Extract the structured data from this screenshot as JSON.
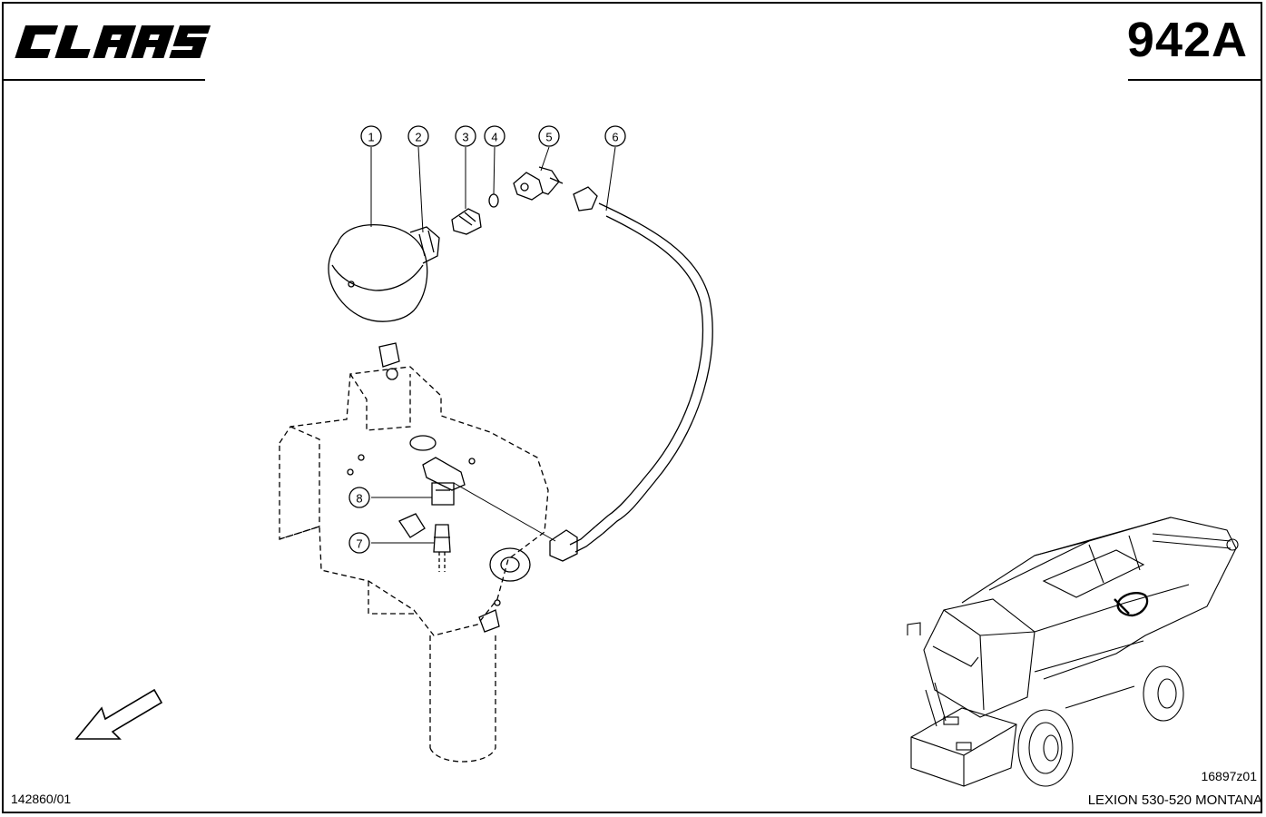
{
  "header": {
    "brand": "CLAAS",
    "page_number": "942A"
  },
  "footer": {
    "drawing_ref": "142860/01",
    "image_code": "16897z01",
    "model": "LEXION 530-520 MONTANA"
  },
  "callouts": [
    {
      "label": "1"
    },
    {
      "label": "2"
    },
    {
      "label": "3"
    },
    {
      "label": "4"
    },
    {
      "label": "5"
    },
    {
      "label": "6"
    },
    {
      "label": "7"
    },
    {
      "label": "8"
    }
  ],
  "icons": {
    "direction_arrow": "forward-direction-arrow-icon"
  }
}
